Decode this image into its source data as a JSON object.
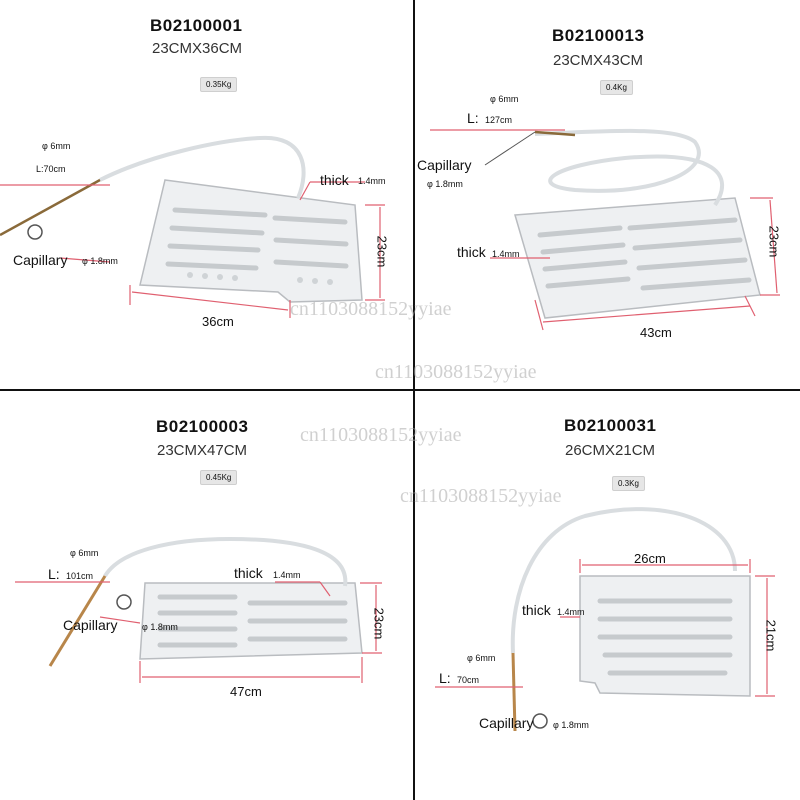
{
  "watermark": "cn1103088152yyiae",
  "panels": [
    {
      "code": "B02100001",
      "size": "23CMX36CM",
      "weight": "0.35Kg",
      "diameter": "φ 6mm",
      "length": "L:70cm",
      "thick_label": "thick",
      "thick_value": "1.4mm",
      "capillary_label": "Capillary",
      "capillary_value": "φ 1.8mm",
      "dim_width": "36cm",
      "dim_height": "23cm"
    },
    {
      "code": "B02100013",
      "size": "23CMX43CM",
      "weight": "0.4Kg",
      "diameter": "φ 6mm",
      "length_label": "L:",
      "length_value": "127cm",
      "thick_label": "thick",
      "thick_value": "1.4mm",
      "capillary_label": "Capillary",
      "capillary_value": "φ 1.8mm",
      "dim_width": "43cm",
      "dim_height": "23cm"
    },
    {
      "code": "B02100003",
      "size": "23CMX47CM",
      "weight": "0.45Kg",
      "diameter": "φ 6mm",
      "length_label": "L:",
      "length_value": "101cm",
      "thick_label": "thick",
      "thick_value": "1.4mm",
      "capillary_label": "Capillary",
      "capillary_value": "φ 1.8mm",
      "dim_width": "47cm",
      "dim_height": "23cm"
    },
    {
      "code": "B02100031",
      "size": "26CMX21CM",
      "weight": "0.3Kg",
      "diameter": "φ 6mm",
      "length_label": "L:",
      "length_value": "70cm",
      "thick_label": "thick",
      "thick_value": "1.4mm",
      "capillary_label": "Capillary",
      "capillary_value": "φ 1.8mm",
      "dim_width": "26cm",
      "dim_height": "21cm"
    }
  ],
  "colors": {
    "plate": "#eef0f2",
    "plate_edge": "#b9bcc0",
    "dimension_line": "#e06070",
    "tube": "#d9dde0",
    "copper": "#b8864a"
  }
}
